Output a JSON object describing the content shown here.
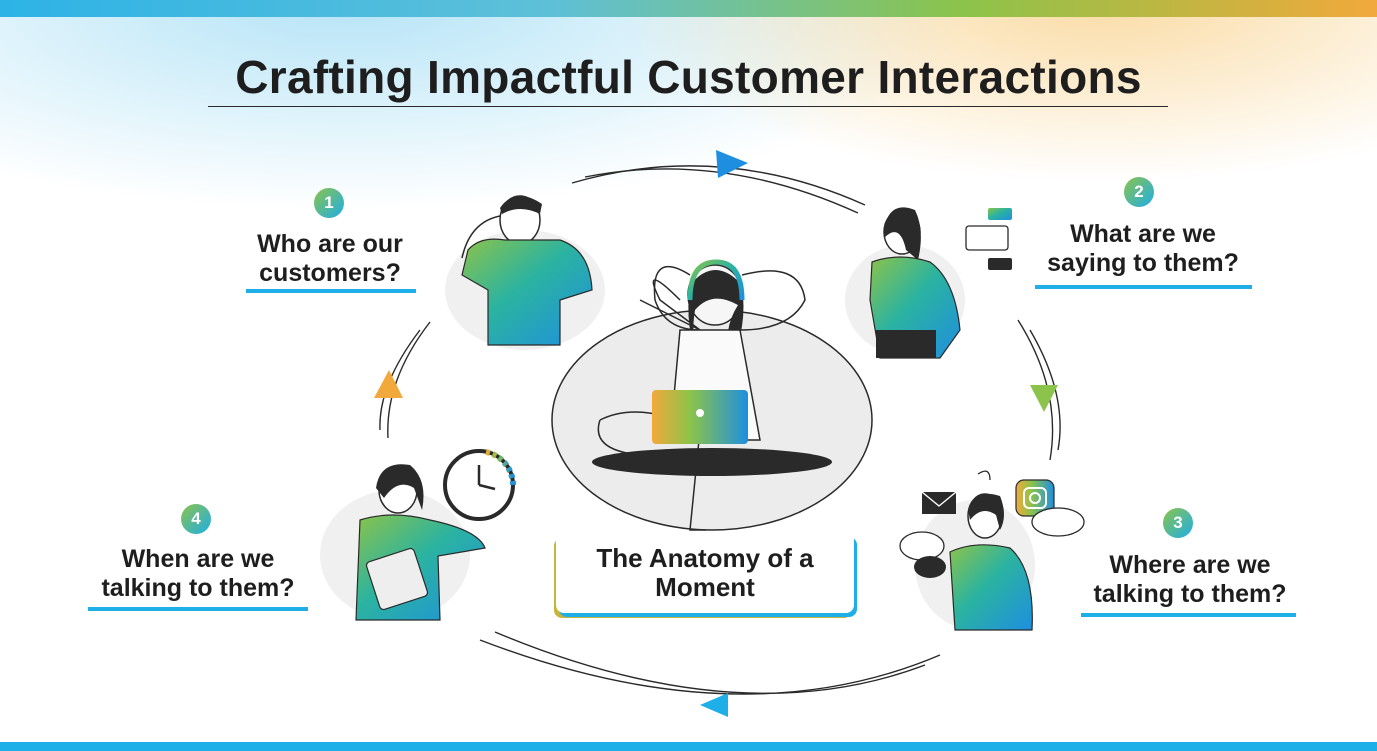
{
  "title": "Crafting Impactful Customer Interactions",
  "center_label": "The Anatomy of a Moment",
  "steps": [
    {
      "number": "1",
      "text": "Who are our customers?"
    },
    {
      "number": "2",
      "text": "What are we saying to them?"
    },
    {
      "number": "3",
      "text": "Where are we talking to them?"
    },
    {
      "number": "4",
      "text": "When are we talking to them?"
    }
  ],
  "colors": {
    "accent_blue": "#1eaee8",
    "accent_green": "#8cc34a",
    "accent_orange": "#f2a93b",
    "text": "#1e1e1e"
  },
  "icons": [
    "cycle-arrow-icon",
    "clock-icon",
    "email-icon",
    "instagram-icon",
    "chat-bubble-icon",
    "laptop-icon",
    "headset-icon"
  ]
}
